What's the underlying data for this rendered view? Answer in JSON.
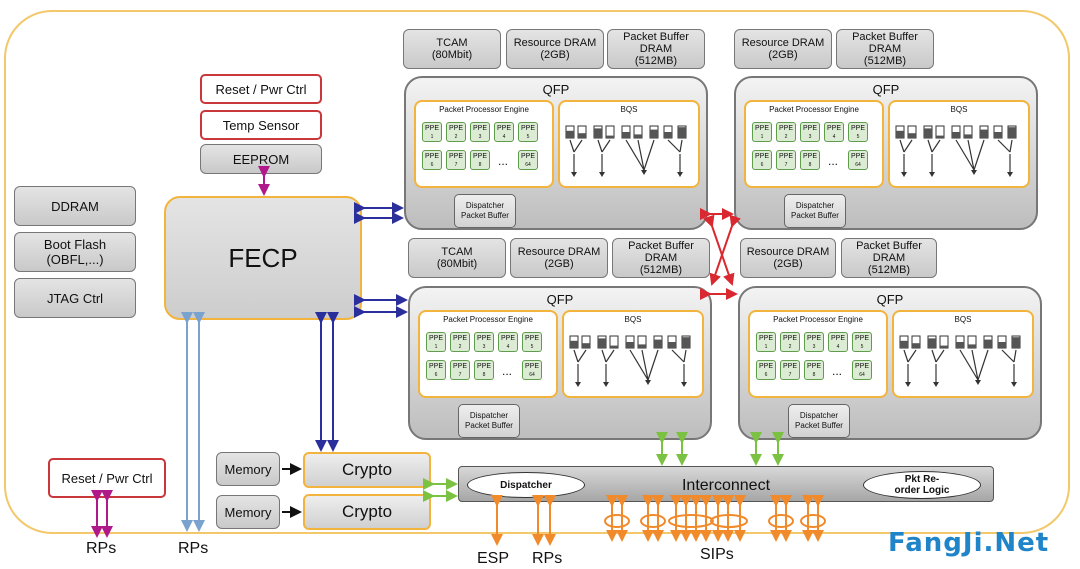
{
  "left": {
    "ddram": "DDRAM",
    "boot_flash": "Boot Flash\n(OBFL,...)",
    "jtag": "JTAG Ctrl",
    "reset_top": "Reset / Pwr Ctrl",
    "temp_sensor": "Temp Sensor",
    "eeprom": "EEPROM",
    "fecp": "FECP",
    "reset_bottom": "Reset / Pwr Ctrl",
    "memory1": "Memory",
    "memory2": "Memory",
    "crypto1": "Crypto",
    "crypto2": "Crypto"
  },
  "top_row1": {
    "tcam": "TCAM\n(80Mbit)",
    "res_dram_a": "Resource DRAM\n(2GB)",
    "pkt_buf_a": "Packet Buffer\nDRAM\n(512MB)",
    "res_dram_b": "Resource DRAM\n(2GB)",
    "pkt_buf_b": "Packet Buffer\nDRAM\n(512MB)"
  },
  "top_row2": {
    "tcam": "TCAM\n(80Mbit)",
    "res_dram_a": "Resource DRAM\n(2GB)",
    "pkt_buf_a": "Packet Buffer\nDRAM\n(512MB)",
    "res_dram_b": "Resource DRAM\n(2GB)",
    "pkt_buf_b": "Packet Buffer\nDRAM\n(512MB)"
  },
  "qfp": {
    "title": "QFP",
    "ppe_engine": "Packet Processor Engine",
    "bqs": "BQS",
    "dispatcher": "Dispatcher\nPacket Buffer",
    "ppe_label": "PPE",
    "ppe_nums_row1": [
      "1",
      "2",
      "3",
      "4",
      "5"
    ],
    "ppe_nums_row2": [
      "6",
      "7",
      "8",
      "64"
    ],
    "ellipsis": "..."
  },
  "interconnect": {
    "label": "Interconnect",
    "dispatcher": "Dispatcher",
    "reorder": "Pkt Re-\norder Logic"
  },
  "bottom_labels": {
    "rps1": "RPs",
    "rps2": "RPs",
    "esp": "ESP",
    "rps3": "RPs",
    "sips": "SIPs"
  },
  "watermark": "FangJi.Net",
  "colors": {
    "accent_orange": "#f2b43c",
    "reset_red": "#c9373b",
    "arrow_blue": "#2b2f9c",
    "arrow_red": "#d9282f",
    "arrow_green": "#7cc242",
    "arrow_magenta": "#b0198a",
    "arrow_lightblue": "#7aa2cf",
    "arrow_orange": "#f08a2a",
    "brand_blue": "#1f84c8"
  }
}
